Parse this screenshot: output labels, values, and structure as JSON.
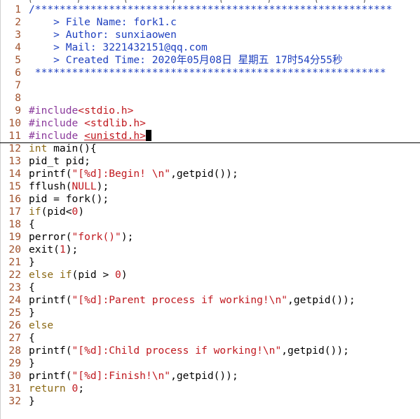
{
  "lines": [
    {
      "n": "1",
      "t": "/**********************************************************"
    },
    {
      "n": "2",
      "t": "    > File Name: fork1.c"
    },
    {
      "n": "3",
      "t": "    > Author: sunxiaowen"
    },
    {
      "n": "4",
      "t": "    > Mail: 3221432151@qq.com"
    },
    {
      "n": "5",
      "t": "    > Created Time: 2020年05月08日 星期五 17时54分55秒"
    },
    {
      "n": "6",
      "t": " *********************************************************"
    },
    {
      "n": "7",
      "t": ""
    },
    {
      "n": "8",
      "t": ""
    },
    {
      "n": "9",
      "t": "#include<stdio.h>"
    },
    {
      "n": "10",
      "t": "#include <stdlib.h>"
    },
    {
      "n": "11",
      "t": "#include <unistd.h>"
    },
    {
      "n": "12",
      "t": "int main(){"
    },
    {
      "n": "13",
      "t": "pid_t pid;"
    },
    {
      "n": "14",
      "t": "printf(\"[%d]:Begin! \\n\",getpid());"
    },
    {
      "n": "15",
      "t": "fflush(NULL);"
    },
    {
      "n": "16",
      "t": "pid = fork();"
    },
    {
      "n": "17",
      "t": "if(pid<0)"
    },
    {
      "n": "18",
      "t": "{"
    },
    {
      "n": "19",
      "t": "perror(\"fork()\");"
    },
    {
      "n": "20",
      "t": "exit(1);"
    },
    {
      "n": "21",
      "t": "}"
    },
    {
      "n": "22",
      "t": "else if(pid > 0)"
    },
    {
      "n": "23",
      "t": "{"
    },
    {
      "n": "24",
      "t": "printf(\"[%d]:Parent process if working!\\n\",getpid());"
    },
    {
      "n": "25",
      "t": "}"
    },
    {
      "n": "26",
      "t": "else"
    },
    {
      "n": "27",
      "t": "{"
    },
    {
      "n": "28",
      "t": "printf(\"[%d]:Child process if working!\\n\",getpid());"
    },
    {
      "n": "29",
      "t": "}"
    },
    {
      "n": "30",
      "t": "printf(\"[%d]:Finish!\\n\",getpid());"
    },
    {
      "n": "31",
      "t": "return 0;"
    },
    {
      "n": "32",
      "t": "}"
    }
  ],
  "colors": {
    "line_number": "#a0522d",
    "comment": "#1d3fbf",
    "preprocessor": "#8b3a9c",
    "string": "#c0181e",
    "keyword": "#8b6914"
  }
}
